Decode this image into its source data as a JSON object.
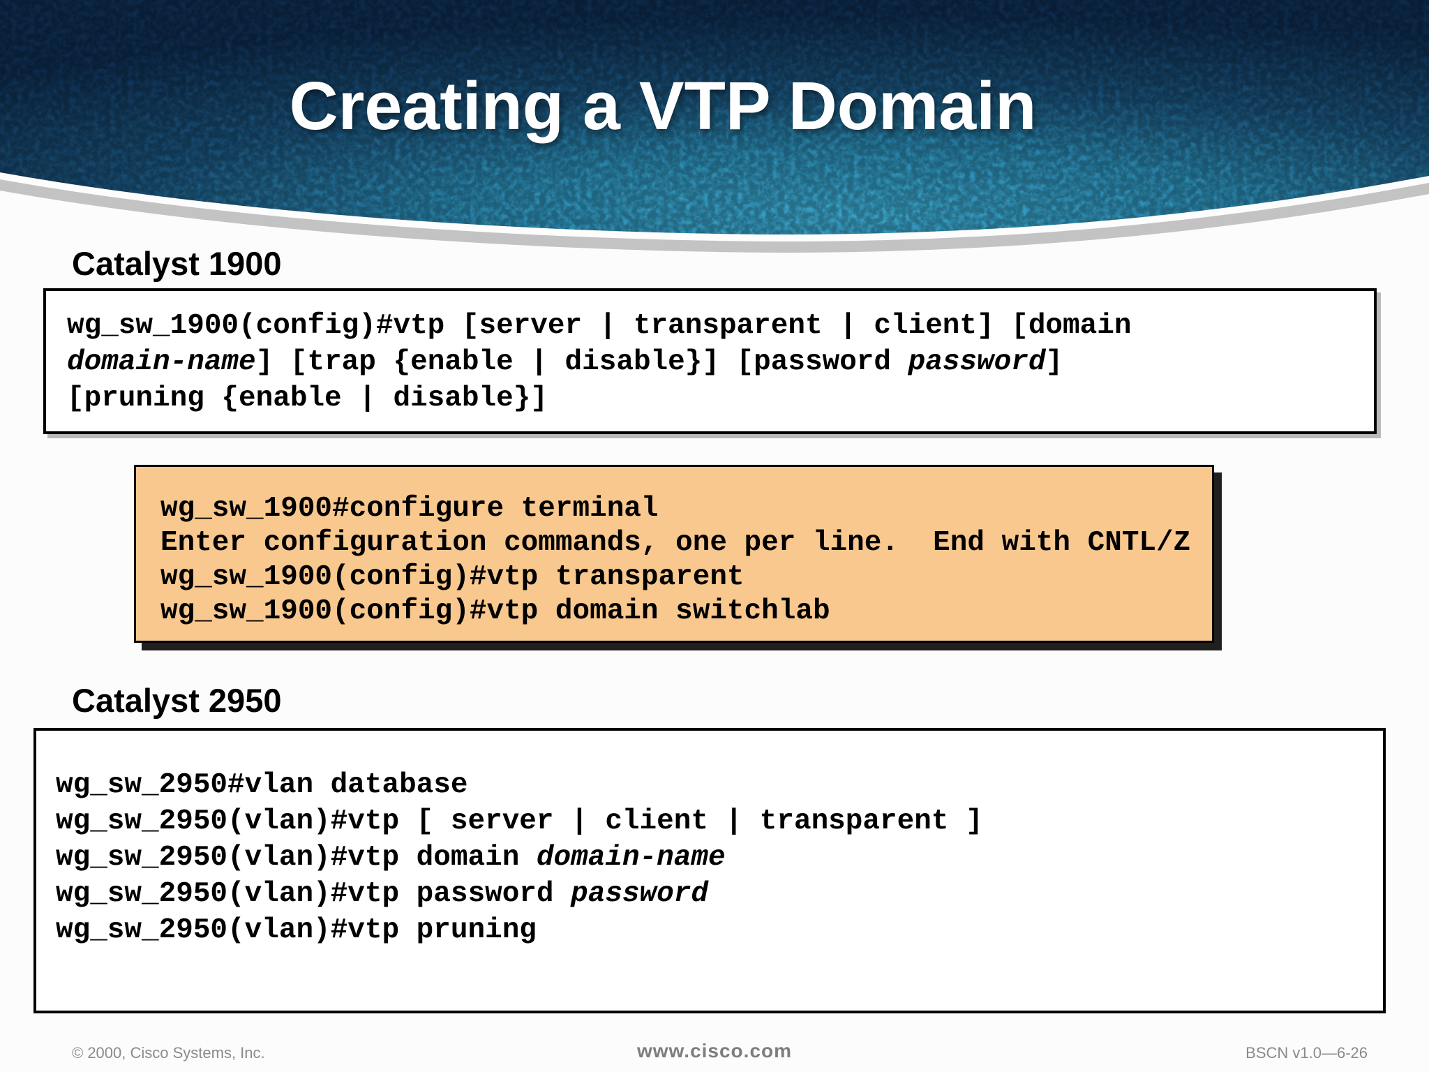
{
  "title": "Creating a VTP Domain",
  "colors": {
    "header_bright_teal": "#3ba6cb",
    "header_mid_blue": "#2b89b0",
    "header_dark_blue": "#1a5178",
    "header_darkest_navy": "#0e2c4e",
    "swoosh_gray": "#c3c3c3",
    "output_box_bg": "#f9c88e",
    "box_border": "#000000",
    "footer_text": "#8a8a8a"
  },
  "catalyst_1900": {
    "heading": "Catalyst 1900",
    "syntax_box_lines": [
      [
        {
          "t": "wg_sw_1900(config)#vtp [server | transparent | client] [domain"
        }
      ],
      [
        {
          "t": "domain-name",
          "i": true
        },
        {
          "t": "] [trap {enable | disable}] [password "
        },
        {
          "t": "password",
          "i": true
        },
        {
          "t": "]"
        }
      ],
      [
        {
          "t": "[pruning {enable | disable}]"
        }
      ]
    ],
    "output_box_lines": [
      [
        {
          "t": "wg_sw_1900#configure terminal"
        }
      ],
      [
        {
          "t": "Enter configuration commands, one per line.  End with CNTL/Z"
        }
      ],
      [
        {
          "t": "wg_sw_1900(config)#vtp transparent"
        }
      ],
      [
        {
          "t": "wg_sw_1900(config)#vtp domain switchlab"
        }
      ]
    ]
  },
  "catalyst_2950": {
    "heading": "Catalyst 2950",
    "command_box_lines": [
      [
        {
          "t": "wg_sw_2950#vlan database"
        }
      ],
      [
        {
          "t": "wg_sw_2950(vlan)#vtp [ server | client | transparent ]"
        }
      ],
      [
        {
          "t": "wg_sw_2950(vlan)#vtp domain "
        },
        {
          "t": "domain-name",
          "i": true
        }
      ],
      [
        {
          "t": "wg_sw_2950(vlan)#vtp password "
        },
        {
          "t": "password",
          "i": true
        }
      ],
      [
        {
          "t": "wg_sw_2950(vlan)#vtp pruning"
        }
      ]
    ]
  },
  "footer": {
    "copyright": "© 2000, Cisco Systems, Inc.",
    "website": "www.cisco.com",
    "doc_ref": "BSCN v1.0—6-26"
  }
}
